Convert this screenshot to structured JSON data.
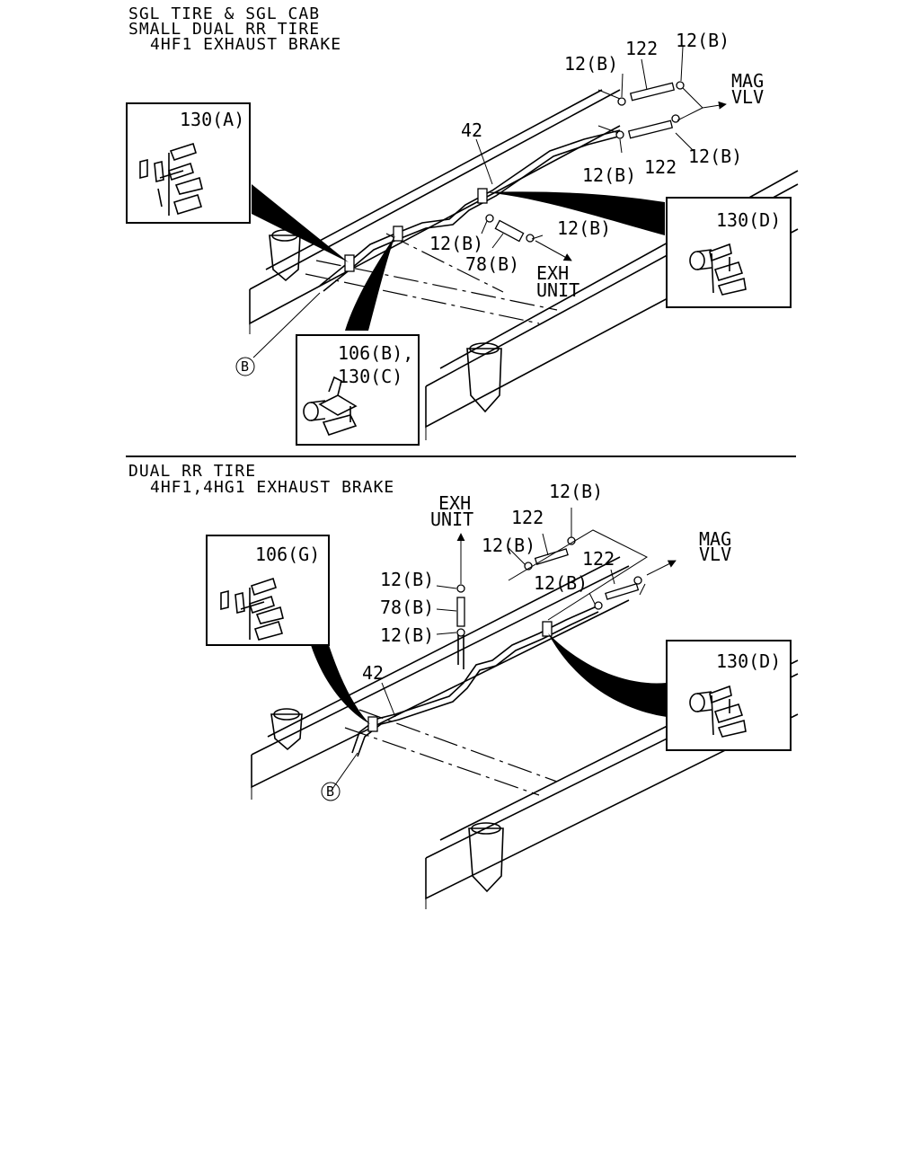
{
  "top_section": {
    "title_lines": [
      "SGL TIRE & SGL CAB",
      "SMALL DUAL RR TIRE",
      "4HF1 EXHAUST BRAKE"
    ],
    "callouts": {
      "clip_a": "130(A)",
      "clip_d": "130(D)",
      "clip_c_line1": "106(B),",
      "clip_c_line2": "130(C)",
      "pipe": "42",
      "hose_upper": "122",
      "hose_lower": "122",
      "hose_exh": "78(B)",
      "clamp_1": "12(B)",
      "clamp_2": "12(B)",
      "clamp_3": "12(B)",
      "clamp_4": "12(B)",
      "clamp_5": "12(B)",
      "clamp_6": "12(B)",
      "mag_line1": "MAG",
      "mag_line2": "VLV",
      "exh_line1": "EXH",
      "exh_line2": "UNIT",
      "ref_b": "B"
    }
  },
  "bottom_section": {
    "title_lines": [
      "DUAL RR TIRE",
      "4HF1,4HG1 EXHAUST BRAKE"
    ],
    "callouts": {
      "clip_g": "106(G)",
      "clip_d": "130(D)",
      "pipe": "42",
      "hose_upper": "122",
      "hose_lower": "122",
      "hose_exh": "78(B)",
      "clamp_1": "12(B)",
      "clamp_2": "12(B)",
      "clamp_3": "12(B)",
      "clamp_4": "12(B)",
      "clamp_5": "12(B)",
      "mag_line1": "MAG",
      "mag_line2": "VLV",
      "exh_line1": "EXH",
      "exh_line2": "UNIT",
      "ref_b": "B"
    }
  }
}
